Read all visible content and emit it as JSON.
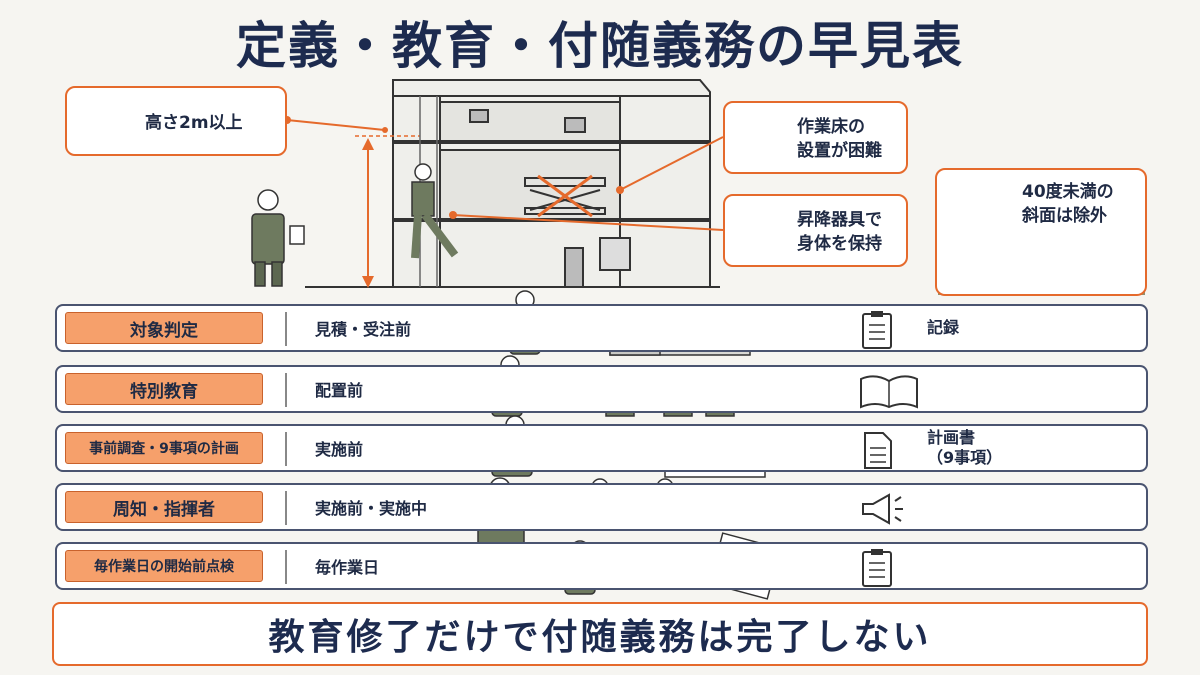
{
  "title": "定義・教育・付随義務の早見表",
  "callouts": {
    "height": "高さ2m以上",
    "no_floor": [
      "作業床の",
      "設置が困難"
    ],
    "lift_device": [
      "昇降器具で",
      "身体を保持"
    ],
    "slope": [
      "40度未満の",
      "斜面は除外"
    ]
  },
  "rows": [
    {
      "label": "対象判定",
      "timing": "見積・受注前",
      "document": [
        "記録"
      ],
      "icon": "clipboard-icon"
    },
    {
      "label": "特別教育",
      "timing": "配置前",
      "document": [],
      "icon": "open-book-icon"
    },
    {
      "label": "事前調査・9事項の計画",
      "timing": "実施前",
      "document": [
        "計画書",
        "（9事項）"
      ],
      "icon": "document-icon"
    },
    {
      "label": "周知・指揮者",
      "timing": "実施前・実施中",
      "document": [],
      "icon": "megaphone-icon"
    },
    {
      "label": "毎作業日の開始前点検",
      "timing": "毎作業日",
      "document": [],
      "icon": "clipboard-icon"
    }
  ],
  "footer": "教育修了だけで付随義務は完了しない",
  "colors": {
    "accent": "#e56a2c",
    "label_fill": "#f6a06b",
    "navy": "#1d2b4f"
  }
}
